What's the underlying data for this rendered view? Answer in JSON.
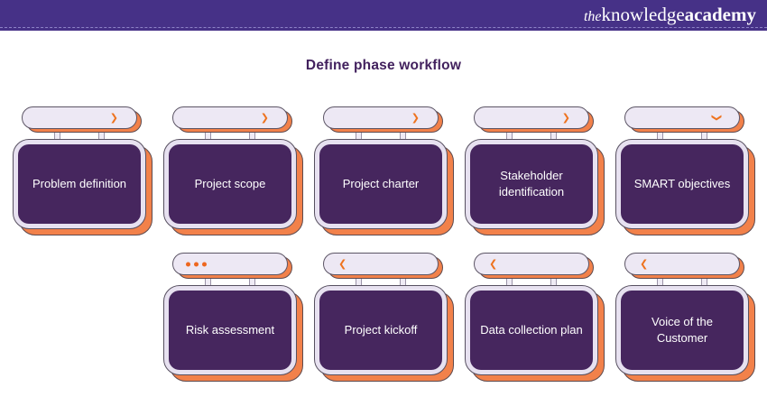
{
  "header": {
    "logo_the": "the",
    "logo_knowledge": "knowledge",
    "logo_academy": "academy"
  },
  "title": "Define phase workflow",
  "icons": {
    "chevron-right": "❯",
    "chevron-left": "❮",
    "chevron-down": "❯"
  },
  "colors": {
    "header_purple": "#463187",
    "title_purple": "#42215E",
    "panel_purple": "#46265E",
    "frame_lavender": "#E7E1F0",
    "pill_lavender": "#EDE8F4",
    "shadow_orange": "#F2814A",
    "chevron_orange": "#EE731F",
    "text_white": "#FFFFFF"
  },
  "workflow": {
    "rows": [
      {
        "items": [
          {
            "label": "Problem definition",
            "indicator": "chevron-right"
          },
          {
            "label": "Project scope",
            "indicator": "chevron-right"
          },
          {
            "label": "Project charter",
            "indicator": "chevron-right"
          },
          {
            "label": "Stakeholder identification",
            "indicator": "chevron-right"
          },
          {
            "label": "SMART objectives",
            "indicator": "chevron-down"
          }
        ]
      },
      {
        "items": [
          {
            "label": "Risk assessment",
            "indicator": "dots"
          },
          {
            "label": "Project kickoff",
            "indicator": "chevron-left"
          },
          {
            "label": "Data collection plan",
            "indicator": "chevron-left"
          },
          {
            "label": "Voice of the Customer",
            "indicator": "chevron-left"
          }
        ]
      }
    ]
  }
}
